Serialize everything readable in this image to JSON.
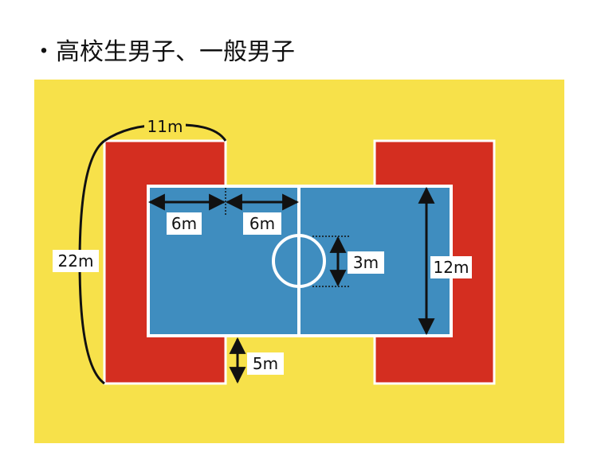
{
  "heading": "・高校生男子、一般男子",
  "labels": {
    "total_width": "11m",
    "total_length": "22m",
    "half_a": "6m",
    "half_b": "6m",
    "circle": "3m",
    "court_width": "12m",
    "zone_gap": "5m"
  },
  "colors": {
    "background": "#f7e14a",
    "zone": "#d42e20",
    "court": "#3f8dbf",
    "lines": "#ffffff",
    "dimension": "#111111"
  }
}
